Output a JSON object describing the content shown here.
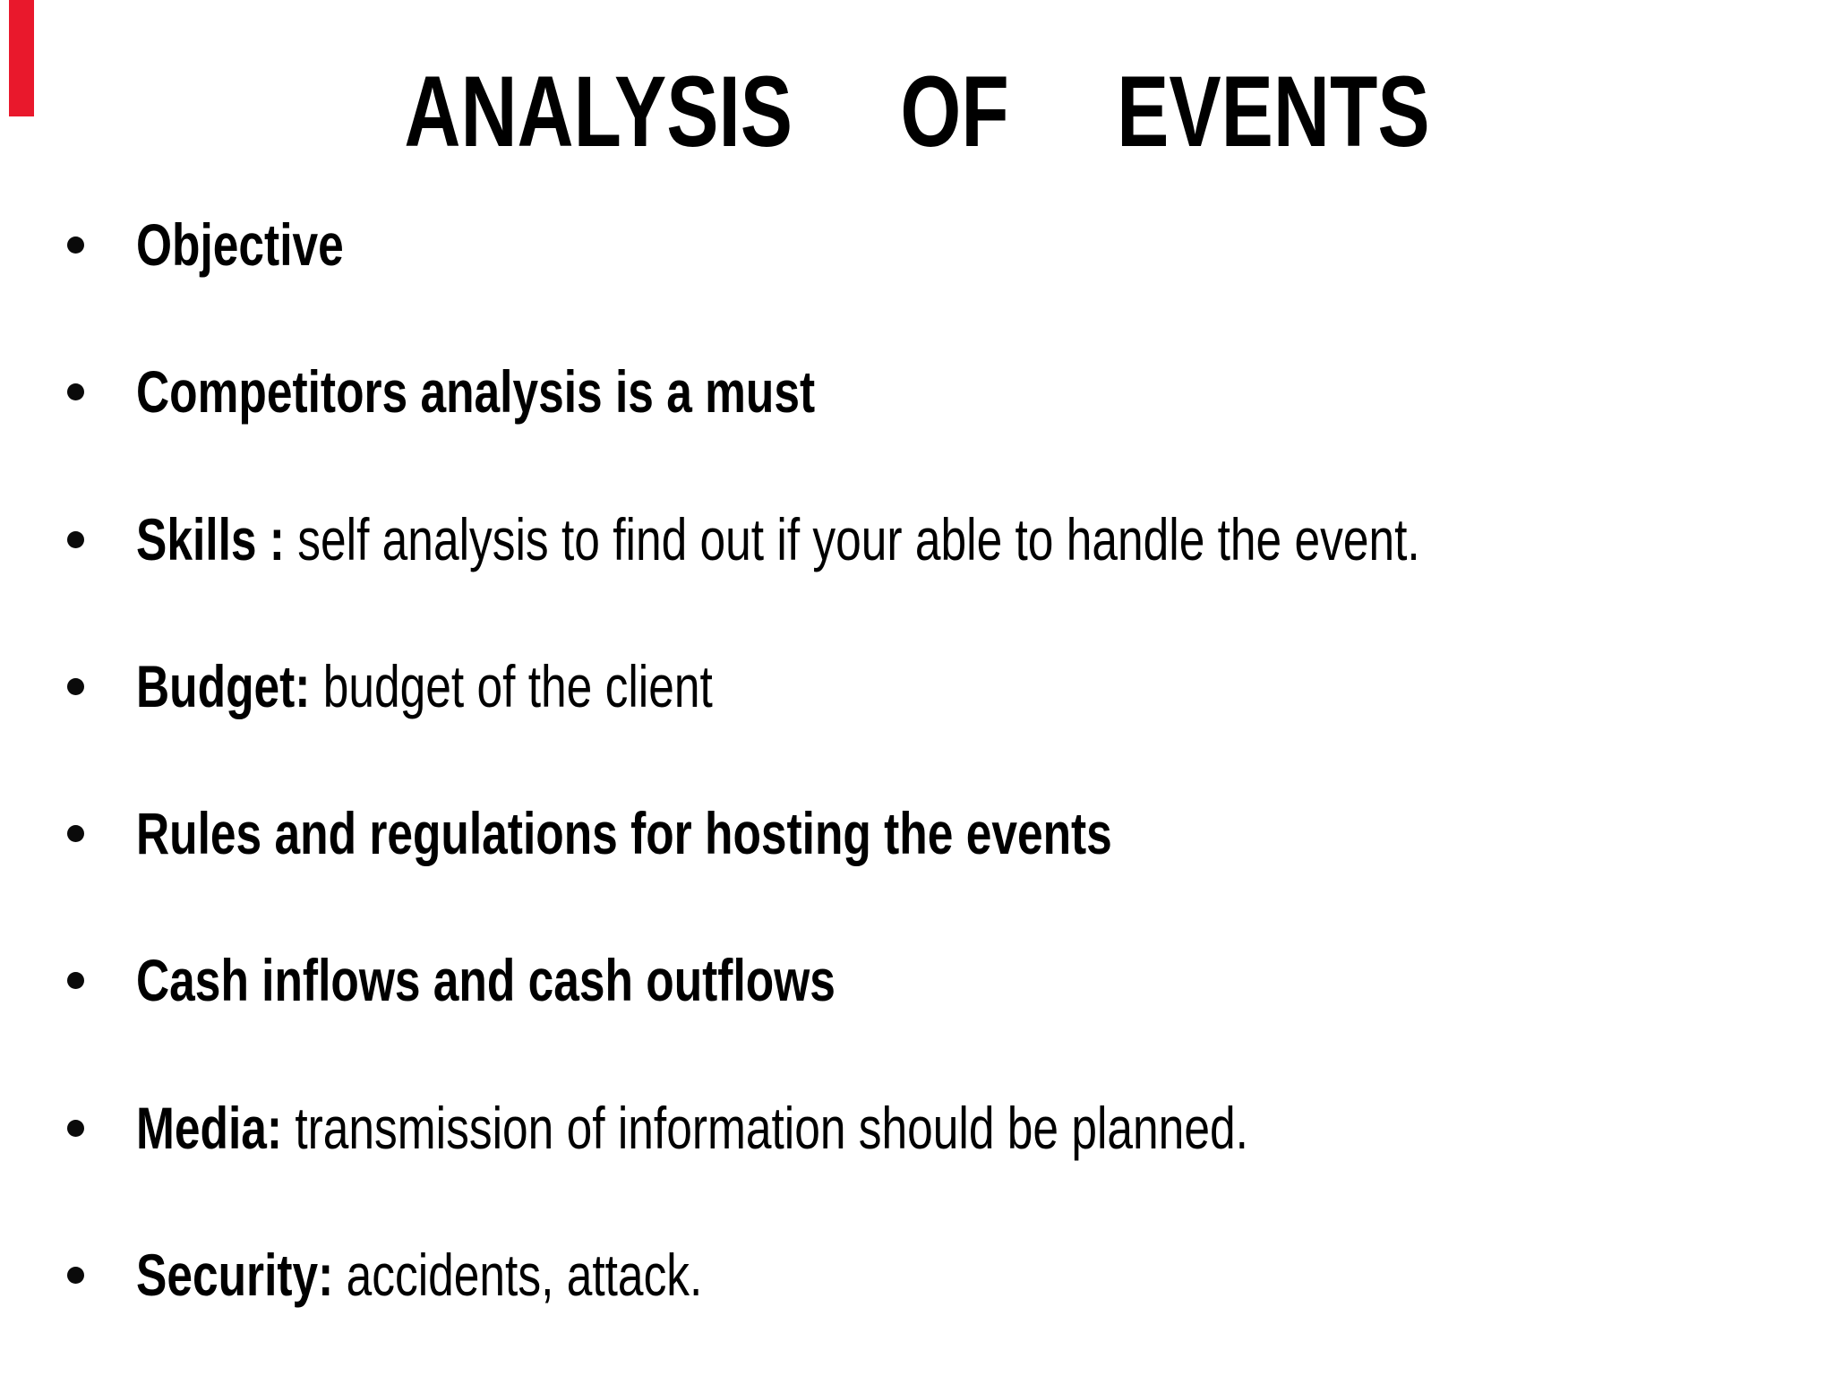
{
  "slide": {
    "title": "ANALYSIS OF EVENTS",
    "accent_bar_color": "#e9182c",
    "text_color": "#000000",
    "background_color": "#ffffff",
    "bullets": [
      {
        "bold_text": "Objective",
        "rest_text": ""
      },
      {
        "bold_text": "Competitors analysis is a must",
        "rest_text": ""
      },
      {
        "bold_text": "Skills : ",
        "rest_text": "self analysis to find out if your able to handle the event."
      },
      {
        "bold_text": "Budget: ",
        "rest_text": "budget of the client"
      },
      {
        "bold_text": "Rules and regulations for hosting the events",
        "rest_text": ""
      },
      {
        "bold_text": "Cash inflows and cash outflows",
        "rest_text": ""
      },
      {
        "bold_text": "Media: ",
        "rest_text": "transmission of information should be planned."
      },
      {
        "bold_text": "Security: ",
        "rest_text": "accidents, attack."
      }
    ]
  }
}
